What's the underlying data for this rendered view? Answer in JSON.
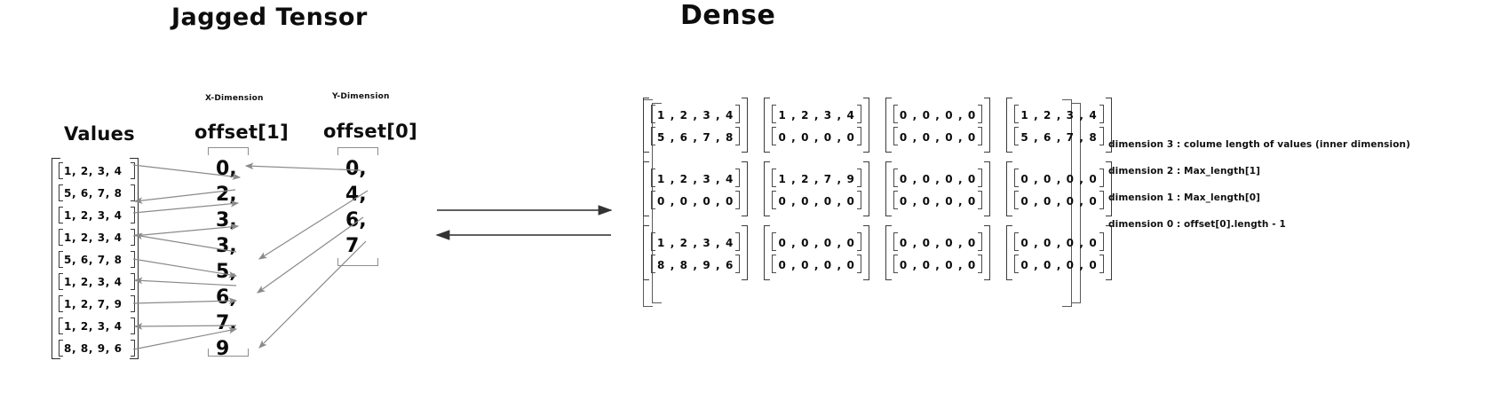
{
  "titles": {
    "jagged": "Jagged Tensor",
    "dense": "Dense"
  },
  "columns": {
    "values_label": "Values",
    "offset1_label": "offset[1]",
    "offset0_label": "offset[0]",
    "offset1_dim_tag": "X-Dimension",
    "offset0_dim_tag": "Y-Dimension"
  },
  "values": [
    "1, 2, 3, 4",
    "5, 6, 7, 8",
    "1, 2, 3, 4",
    "1, 2, 3, 4",
    "5, 6, 7, 8",
    "1, 2, 3, 4",
    "1, 2, 7, 9",
    "1, 2, 3, 4",
    "8, 8, 9, 6"
  ],
  "offset1": [
    "0,",
    "2,",
    "3,",
    "3,",
    "5,",
    "6,",
    "7,",
    "9"
  ],
  "offset0": [
    "0,",
    "4,",
    "6,",
    "7"
  ],
  "dense": {
    "rows": [
      {
        "blocks": [
          {
            "inner": [
              "1 , 2 , 3 , 4",
              "5 , 6 , 7 , 8"
            ]
          },
          {
            "inner": [
              "1 , 2 , 3 , 4",
              "0 , 0 , 0 , 0"
            ]
          },
          {
            "inner": [
              "0 , 0 , 0 , 0",
              "0 , 0 , 0 , 0"
            ]
          },
          {
            "inner": [
              "1 , 2 , 3 , 4",
              "5 , 6 , 7 , 8"
            ]
          }
        ]
      },
      {
        "blocks": [
          {
            "inner": [
              "1 , 2 , 3 , 4",
              "0 , 0 , 0 , 0"
            ]
          },
          {
            "inner": [
              "1 , 2 , 7 , 9",
              "0 , 0 , 0 , 0"
            ]
          },
          {
            "inner": [
              "0 , 0 , 0 , 0",
              "0 , 0 , 0 , 0"
            ]
          },
          {
            "inner": [
              "0 , 0 , 0 , 0",
              "0 , 0 , 0 , 0"
            ]
          }
        ]
      },
      {
        "blocks": [
          {
            "inner": [
              "1 , 2 , 3 , 4",
              "8 , 8 , 9 , 6"
            ]
          },
          {
            "inner": [
              "0 , 0 , 0 , 0",
              "0 , 0 , 0 , 0"
            ]
          },
          {
            "inner": [
              "0 , 0 , 0 , 0",
              "0 , 0 , 0 , 0"
            ]
          },
          {
            "inner": [
              "0 , 0 , 0 , 0",
              "0 , 0 , 0 , 0"
            ]
          }
        ]
      }
    ]
  },
  "notes": [
    "dimension 3 : colume length of values (inner dimension)",
    "dimension 2 : Max_length[1]",
    "dimension 1  : Max_length[0]",
    "dimension 0 : offset[0].length - 1"
  ],
  "colors": {
    "ink": "#0b0b0b",
    "arrow": "#8a8a8a",
    "bracket": "#3a3a3a",
    "background": "#ffffff"
  }
}
